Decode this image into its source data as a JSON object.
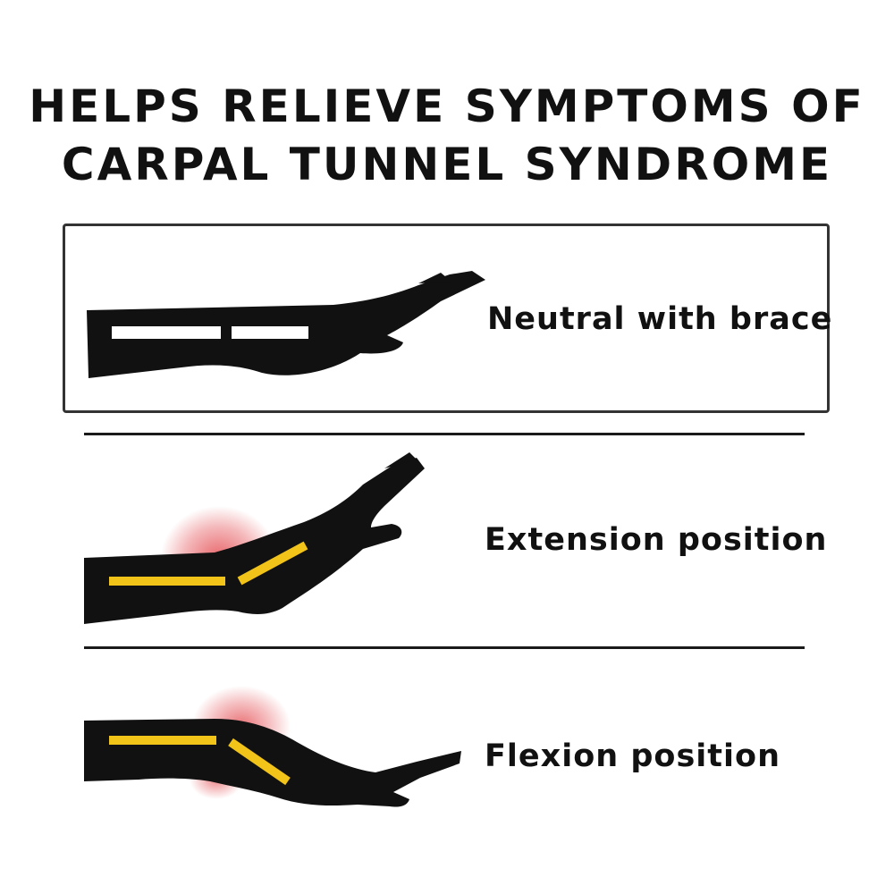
{
  "title": {
    "line1": "HELPS RELIEVE SYMPTOMS OF",
    "line2": "CARPAL TUNNEL SYNDROME"
  },
  "panels": [
    {
      "label": "Neutral with brace",
      "icon": "arm-neutral-brace-icon"
    },
    {
      "label": "Extension position",
      "icon": "arm-extension-icon"
    },
    {
      "label": "Flexion position",
      "icon": "arm-flexion-icon"
    }
  ],
  "colors": {
    "arm": "#111111",
    "brace": "#ffffff",
    "nerve": "#f2c318",
    "pain": "#e0353b",
    "divider": "#1a1a1a",
    "text": "#111111"
  }
}
